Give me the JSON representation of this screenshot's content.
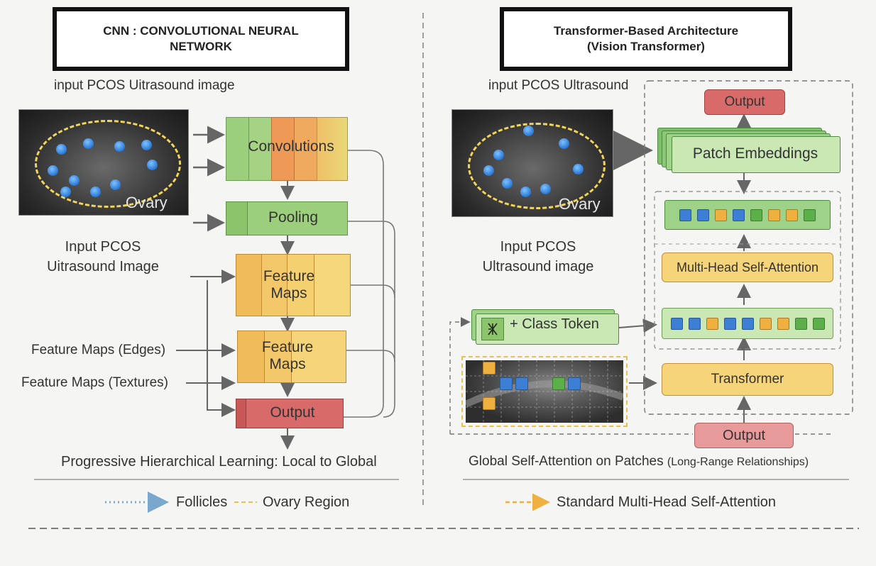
{
  "left": {
    "title": "CNN : CONVOLUTIONAL NEURAL NETWORK",
    "input_caption": "input PCOS Uitrasound image",
    "image_label": "Ovary",
    "input_label_line1": "Input PCOS",
    "input_label_line2": "Uitrasound Image",
    "convolutions": "Convolutions",
    "pooling": "Pooling",
    "feature_maps_1_line1": "Feature",
    "feature_maps_1_line2": "Maps",
    "feature_maps_2_line1": "Feature",
    "feature_maps_2_line2": "Maps",
    "output": "Output",
    "edges_label": "Feature Maps (Edges)",
    "textures_label": "Feature Maps (Textures)",
    "bottom_caption": "Progressive Hierarchical Learning: Local to Global",
    "legend_follicles": "Follicles",
    "legend_ovary_region": "Ovary Region"
  },
  "right": {
    "title_line1": "Transformer-Based Architecture",
    "title_line2": "(Vision Transformer)",
    "input_caption": "input PCOS Ultrasound",
    "image_label": "Ovary",
    "input_label_line1": "Input PCOS",
    "input_label_line2": "Ultrasound image",
    "output_top": "Output",
    "patch_embeddings": "Patch Embeddings",
    "mhsa": "Multi-Head Self-Attention",
    "class_token": "+ Class Token",
    "class_token_icon": "patch-icon",
    "transformer": "Transformer",
    "output_bottom": "Output",
    "bottom_caption_main": "Global Self-Attention on Patches",
    "bottom_caption_small": "(Long-Range Relationships)",
    "legend_attention": "Standard Multi-Head Self-Attention"
  },
  "colors": {
    "green": "#a9d48a",
    "green_dark": "#6fae4f",
    "orange": "#f0a35a",
    "yellow": "#f3cf6b",
    "red": "#d96a6a",
    "red_light": "#e79a9a",
    "blue_token": "#3d7fd4",
    "orange_token": "#f0b040",
    "green_token": "#5bb04a"
  }
}
